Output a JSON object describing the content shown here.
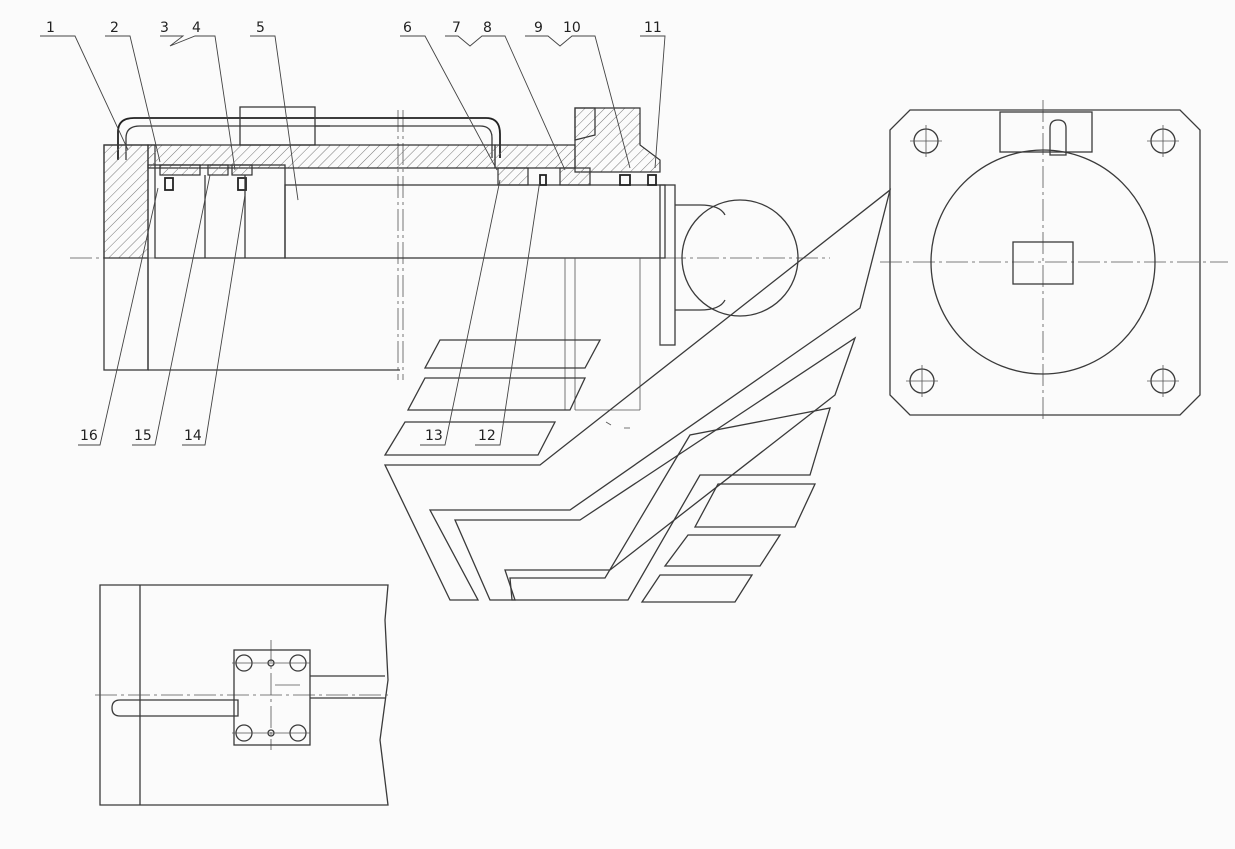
{
  "top_labels": [
    {
      "id": "1",
      "text": "1"
    },
    {
      "id": "2",
      "text": "2"
    },
    {
      "id": "3",
      "text": "3"
    },
    {
      "id": "4",
      "text": "4"
    },
    {
      "id": "5",
      "text": "5"
    },
    {
      "id": "6",
      "text": "6"
    },
    {
      "id": "7",
      "text": "7"
    },
    {
      "id": "8",
      "text": "8"
    },
    {
      "id": "9",
      "text": "9"
    },
    {
      "id": "10",
      "text": "10"
    },
    {
      "id": "11",
      "text": "11"
    }
  ],
  "bottom_labels": [
    {
      "id": "16",
      "text": "16"
    },
    {
      "id": "15",
      "text": "15"
    },
    {
      "id": "14",
      "text": "14"
    },
    {
      "id": "13",
      "text": "13"
    },
    {
      "id": "12",
      "text": "12"
    }
  ]
}
